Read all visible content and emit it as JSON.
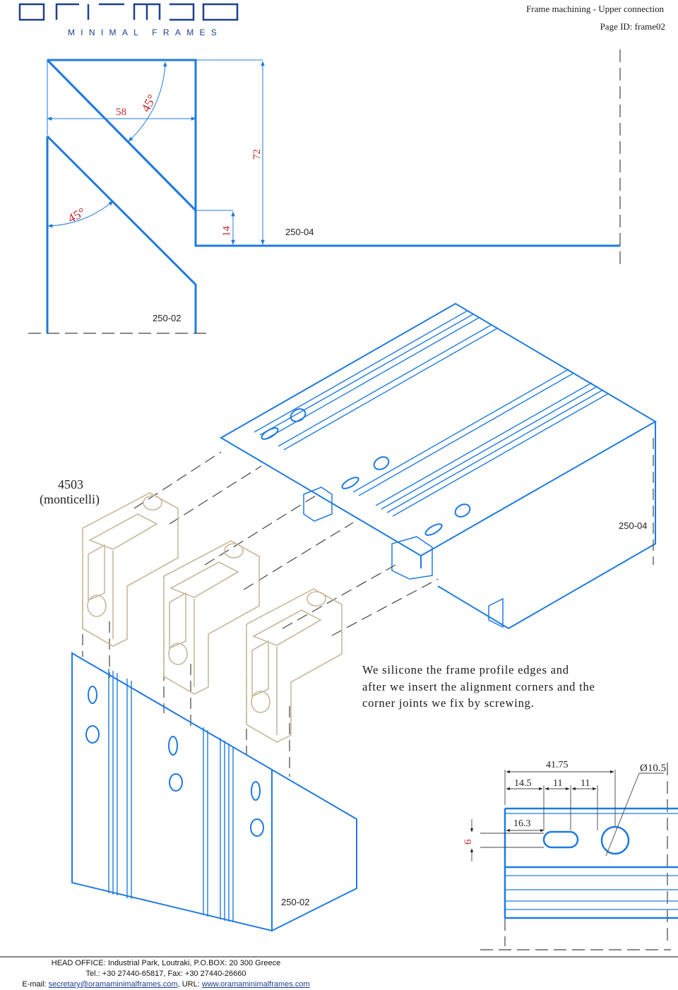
{
  "header": {
    "brand_tagline": "MINIMAL FRAMES",
    "title": "Frame machining - Upper connection",
    "page_id": "Page ID: frame02"
  },
  "top_view": {
    "dim_58": "58",
    "dim_72": "72",
    "dim_14": "14",
    "angle_upper": "45°",
    "angle_lower": "45°",
    "label_horizontal": "250-04",
    "label_vertical": "250-02"
  },
  "iso_view": {
    "corner_code": "4503",
    "corner_name": "(monticelli)",
    "label_upper_profile": "250-04",
    "label_lower_profile": "250-02"
  },
  "note": "We silicone the frame profile edges and after we insert the alignment corners and the corner joints we fix by screwing.",
  "detail": {
    "dim_total": "41.75",
    "dim_a": "14.5",
    "dim_b": "11",
    "dim_c": "11",
    "dim_diameter": "Ø10.5",
    "dim_slot": "16.3",
    "dim_height": "6"
  },
  "footer": {
    "line1": "HEAD OFFICE: Industrial Park, Loutraki, P.O.BOX: 20 300 Greece",
    "line2": "Tel.: +30 27440-65817, Fax: +30 27440-26660",
    "email_label": "E-mail: ",
    "email": "secretary@oramaminimalframes.com",
    "url_label": ", URL: ",
    "url": "www.oramaminimalframes.com"
  },
  "colors": {
    "line": "#1f7ae0",
    "dim_text": "#c0282d",
    "corner": "#c9b79a",
    "brand": "#1d3f8f"
  }
}
